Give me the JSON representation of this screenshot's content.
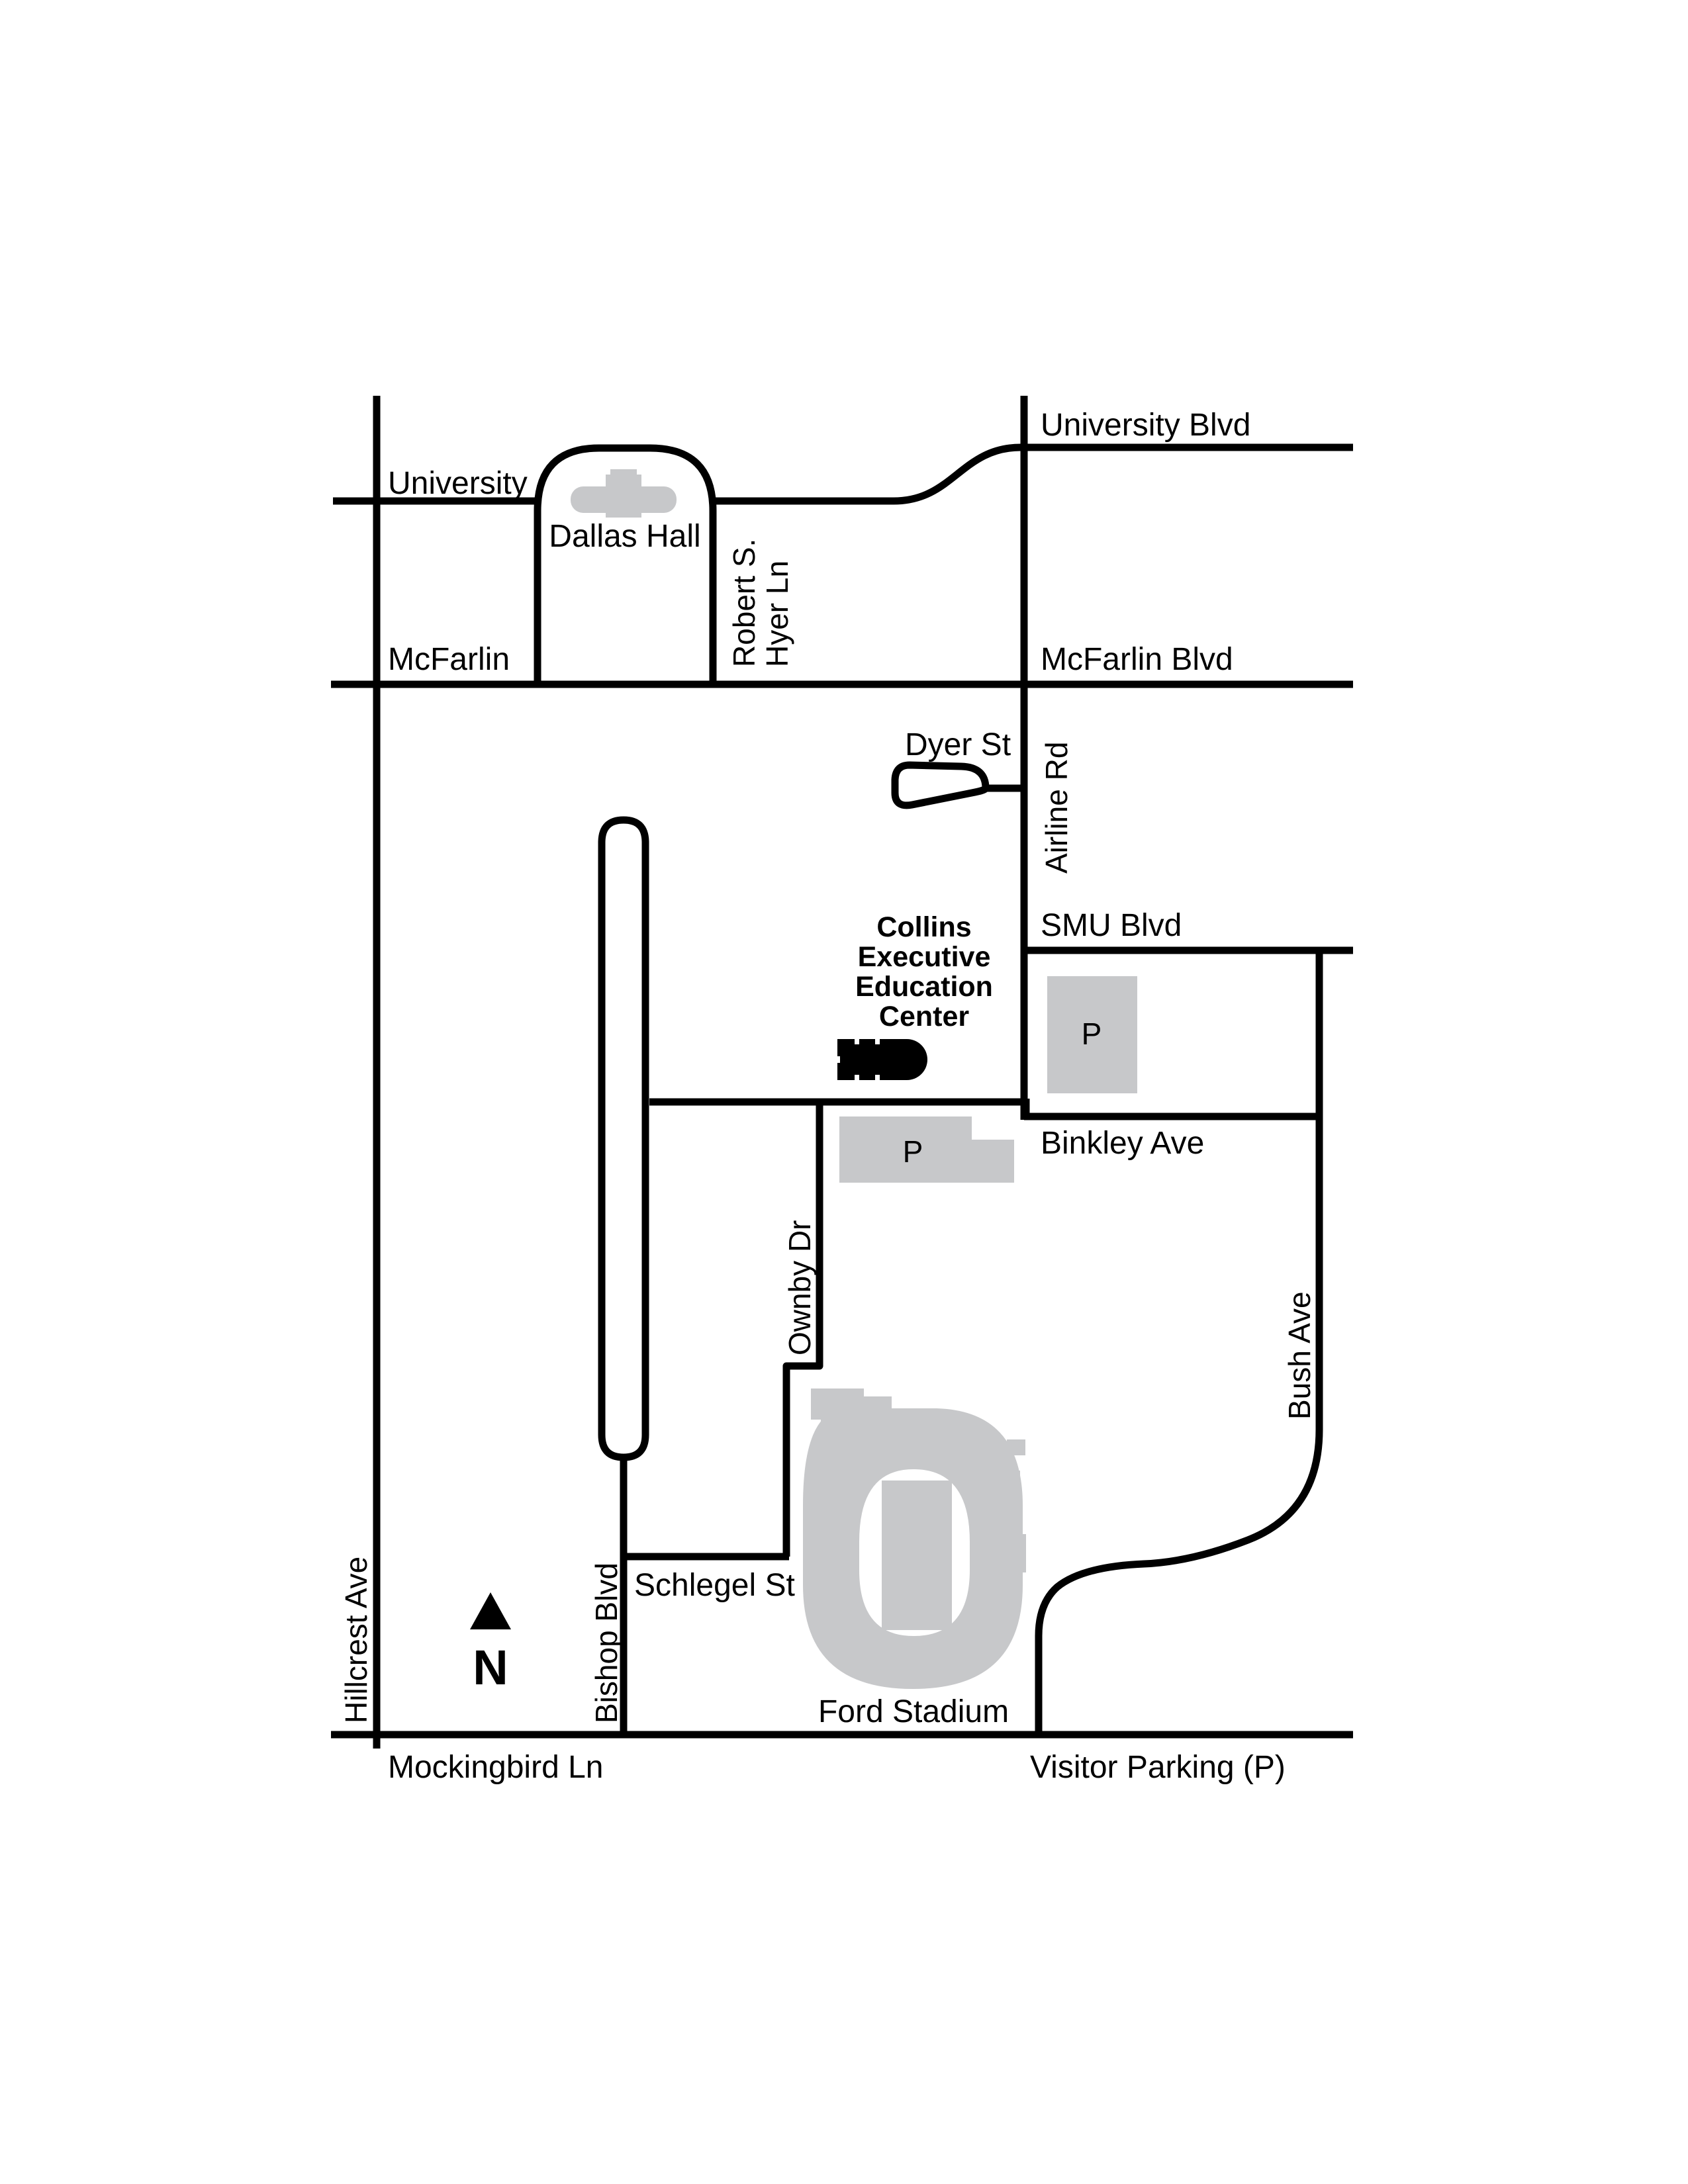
{
  "map": {
    "colors": {
      "background": "#ffffff",
      "road": "#000000",
      "building_gray": "#c7c8ca",
      "destination_building": "#000000",
      "text": "#000000"
    },
    "streets": {
      "university_blvd": "University Blvd",
      "university": "University",
      "mcfarlin": "McFarlin",
      "mcfarlin_blvd": "McFarlin Blvd",
      "robert_s": "Robert S.",
      "hyer_ln": "Hyer Ln",
      "dyer_st": "Dyer St",
      "airline_rd": "Airline Rd",
      "smu_blvd": "SMU Blvd",
      "binkley_ave": "Binkley Ave",
      "ownby_dr": "Ownby Dr",
      "bush_ave": "Bush Ave",
      "hillcrest_ave": "Hillcrest Ave",
      "bishop_blvd": "Bishop Blvd",
      "schlegel_st": "Schlegel St",
      "mockingbird_ln": "Mockingbird Ln"
    },
    "places": {
      "dallas_hall": "Dallas Hall",
      "ford_stadium": "Ford Stadium",
      "visitor_parking": "Visitor Parking (P)",
      "parking_symbol_top": "P",
      "parking_symbol_bottom": "P"
    },
    "destination": {
      "line1": "Collins",
      "line2": "Executive",
      "line3": "Education",
      "line4": "Center"
    },
    "compass": {
      "north": "N"
    }
  }
}
